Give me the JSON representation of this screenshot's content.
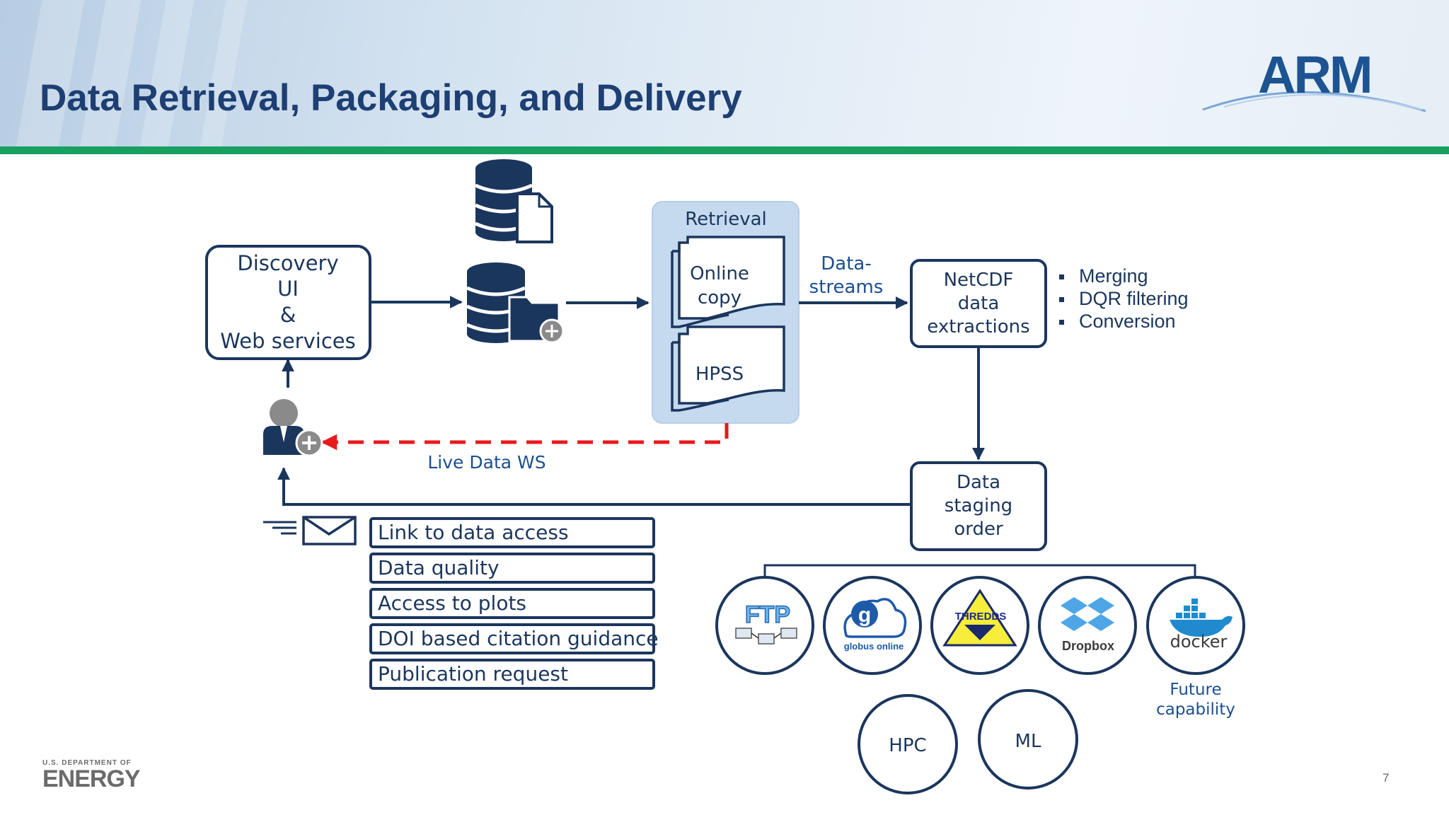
{
  "header": {
    "title": "Data Retrieval, Packaging, and Delivery",
    "logo_text": "ARM"
  },
  "diagram": {
    "discovery": [
      "Discovery",
      "UI",
      "&",
      "Web services"
    ],
    "retrieval": {
      "title": "Retrieval",
      "online_copy": [
        "Online",
        "copy"
      ],
      "hpss": "HPSS"
    },
    "datastreams": [
      "Data-",
      "streams"
    ],
    "netcdf": [
      "NetCDF",
      "data",
      "extractions"
    ],
    "bullets": [
      "Merging",
      "DQR filtering",
      "Conversion"
    ],
    "live_data_ws": "Live Data WS",
    "staging": [
      "Data",
      "staging",
      "order"
    ],
    "email_items": [
      "Link to data access",
      "Data quality",
      "Access to plots",
      "DOI based citation guidance",
      "Publication request"
    ],
    "services": {
      "ftp": "FTP",
      "globus": "globus online",
      "thredds": "THREDDS",
      "dropbox": "Dropbox",
      "docker": "docker"
    },
    "future_capability": [
      "Future",
      "capability"
    ],
    "hpc": "HPC",
    "ml": "ML"
  },
  "footer": {
    "doe_small": "U.S. DEPARTMENT OF",
    "doe_big": "ENERGY",
    "page_number": "7"
  },
  "colors": {
    "navy": "#1b365d",
    "accent_green": "#18a060",
    "retrieval_fill": "#c5daef",
    "live_dash_red": "#e8191d",
    "title_blue": "#1e3f73"
  }
}
